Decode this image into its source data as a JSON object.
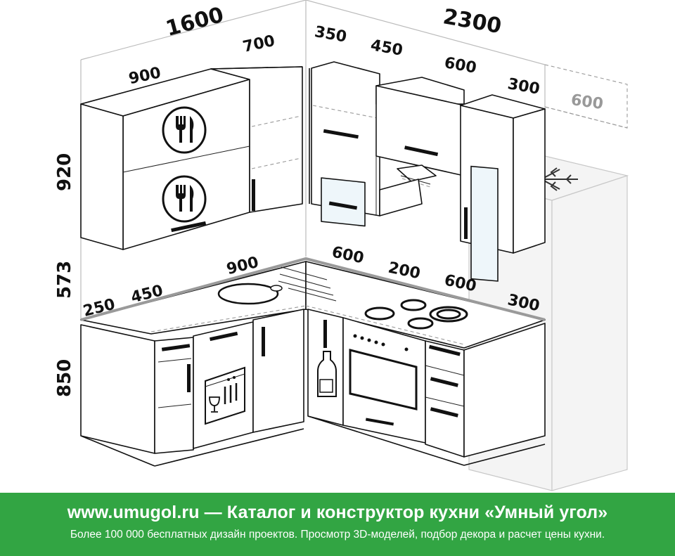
{
  "dimensions": {
    "left_total": "1600",
    "right_total": "2300",
    "upper_height": "920",
    "gap_height": "573",
    "base_height": "850",
    "upper_left_900": "900",
    "upper_corner_700": "700",
    "upper_right_350": "350",
    "upper_right_450": "450",
    "upper_right_600": "600",
    "upper_right_300": "300",
    "fridge_600": "600",
    "base_left_250": "250",
    "base_left_450": "450",
    "base_left_900": "900",
    "base_right_600": "600",
    "base_right_200": "200",
    "base_right_600b": "600",
    "base_right_300": "300"
  },
  "footer": {
    "site": "www.umugol.ru",
    "separator": "—",
    "title": "Каталог и конструктор кухни «Умный угол»",
    "subtitle": "Более 100 000 бесплатных дизайн проектов. Просмотр 3D-моделей, подбор декора и расчет цены кухни."
  },
  "colors": {
    "footer_bg": "#32a543",
    "footer_text": "#ffffff",
    "outline": "#111111",
    "fridge_fill": "#f4f4f4"
  },
  "icons": [
    "fork-knife-plate-icon",
    "snowflake-icon",
    "dishwasher-symbol-icon",
    "bottle-icon",
    "range-hood-icon"
  ]
}
